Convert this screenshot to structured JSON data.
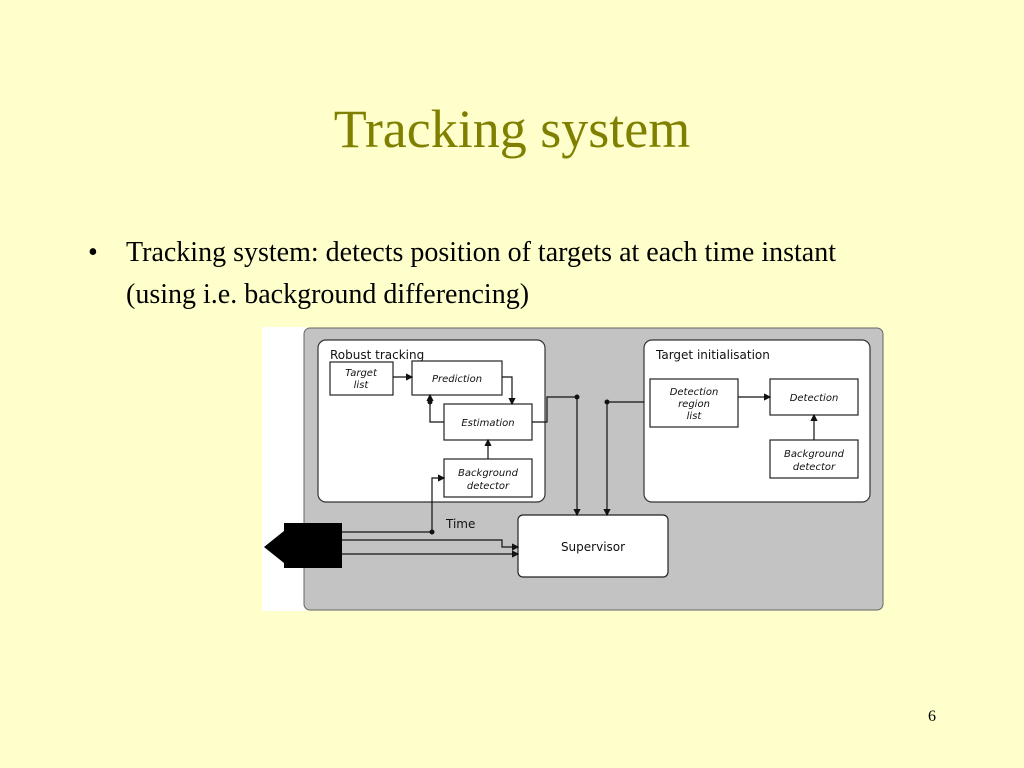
{
  "slide": {
    "title": "Tracking system",
    "page_number": "6",
    "bullets": [
      "Tracking system: detects position of targets at each time instant (using i.e. background differencing)"
    ]
  },
  "diagram": {
    "robust_tracking_label": "Robust tracking",
    "target_initialization_label": "Target initialisation",
    "target_list_label": [
      "Target",
      "list"
    ],
    "prediction_label": "Prediction",
    "estimation_label": "Estimation",
    "background_detector_left_label": [
      "Background",
      "detector"
    ],
    "detection_region_list_label": [
      "Detection",
      "region",
      "list"
    ],
    "detection_label": "Detection",
    "background_detector_right_label": [
      "Background",
      "detector"
    ],
    "time_label": "Time",
    "supervisor_label": "Supervisor"
  }
}
